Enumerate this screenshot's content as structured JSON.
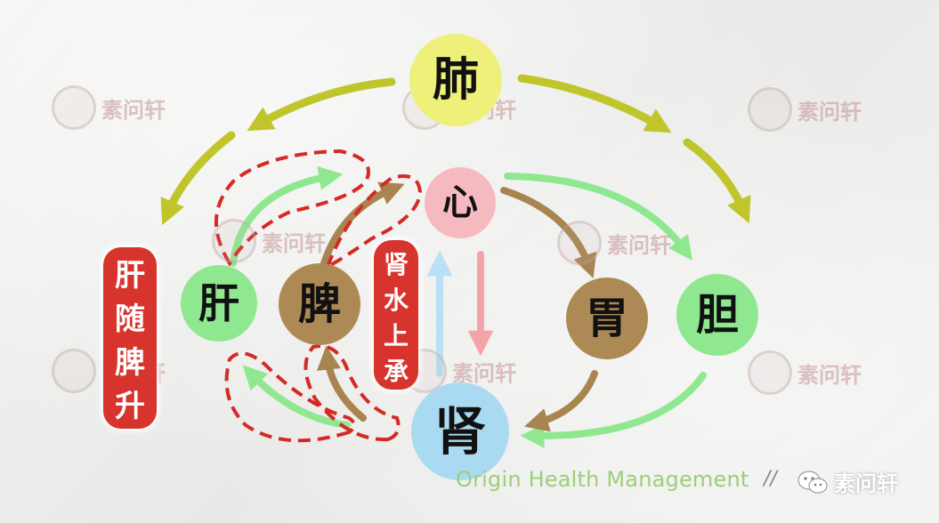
{
  "nodes": {
    "lung": "肺",
    "heart": "心",
    "liver": "肝",
    "spleen": "脾",
    "stomach": "胃",
    "gallbladder": "胆",
    "kidney": "肾"
  },
  "labels": {
    "liver_follows_spleen": [
      "肝",
      "随",
      "脾",
      "升"
    ],
    "kidney_water_rises": [
      "肾",
      "水",
      "上",
      "承"
    ]
  },
  "watermark": "素问轩",
  "footer": {
    "tagline": "Origin Health Management",
    "separator": "//",
    "brand": "素问轩"
  },
  "colors": {
    "lung": "#eef07a",
    "heart": "#f6b9c0",
    "liver_gall": "#8fe88f",
    "spleen_stomach": "#ad8a55",
    "kidney": "#aadaf2",
    "arrow_yellow": "#bfc52a",
    "arrow_green": "#8fe88f",
    "arrow_brown": "#a88550",
    "arrow_pink": "#f4a4a8",
    "arrow_blue": "#b9e1f5",
    "dashed_red": "#d42a26",
    "label_red": "#d8342e"
  }
}
